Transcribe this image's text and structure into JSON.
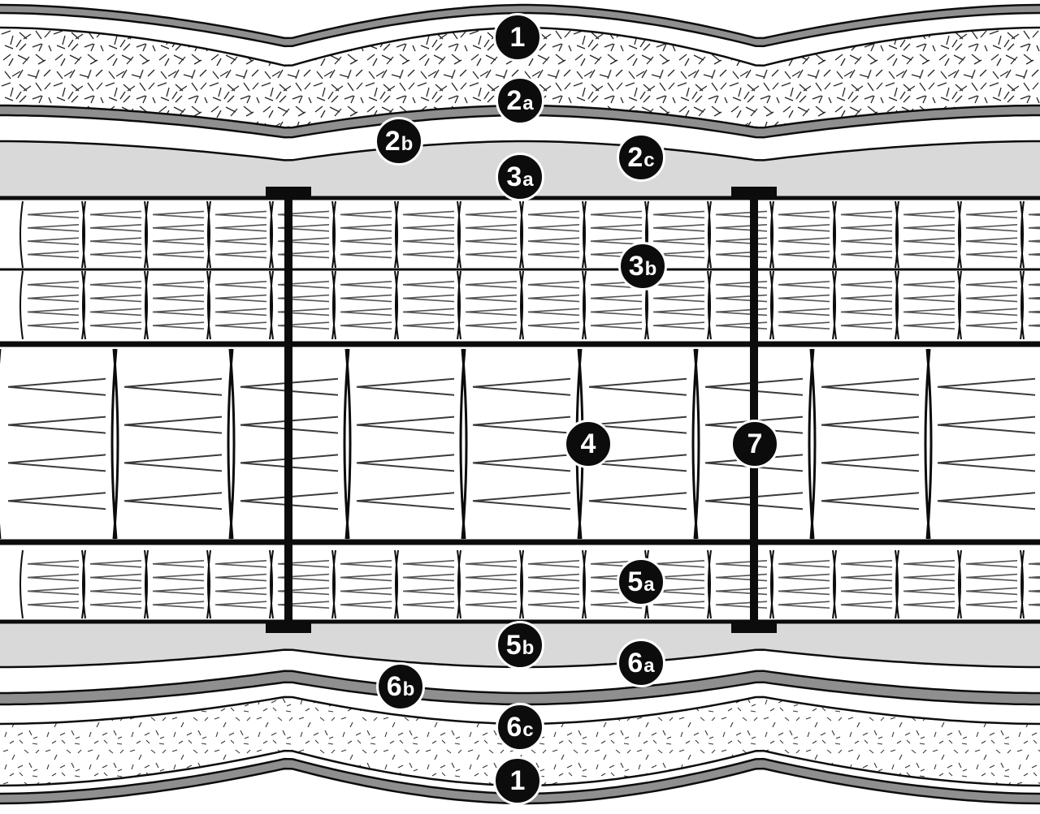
{
  "diagram": {
    "colors": {
      "ink": "#0c0c0c",
      "layer_gray": "#8f8f8f",
      "fill_gray": "#d9d9d9",
      "paper": "#ffffff"
    },
    "markers": [
      {
        "id": "1-top",
        "num": "1",
        "sub": ""
      },
      {
        "id": "2a",
        "num": "2",
        "sub": "a"
      },
      {
        "id": "2b",
        "num": "2",
        "sub": "b"
      },
      {
        "id": "2c",
        "num": "2",
        "sub": "c"
      },
      {
        "id": "3a",
        "num": "3",
        "sub": "a"
      },
      {
        "id": "3b",
        "num": "3",
        "sub": "b"
      },
      {
        "id": "4",
        "num": "4",
        "sub": ""
      },
      {
        "id": "7",
        "num": "7",
        "sub": ""
      },
      {
        "id": "5a",
        "num": "5",
        "sub": "a"
      },
      {
        "id": "5b",
        "num": "5",
        "sub": "b"
      },
      {
        "id": "6a",
        "num": "6",
        "sub": "a"
      },
      {
        "id": "6b",
        "num": "6",
        "sub": "b"
      },
      {
        "id": "6c",
        "num": "6",
        "sub": "c"
      },
      {
        "id": "1-bottom",
        "num": "1",
        "sub": ""
      }
    ]
  }
}
